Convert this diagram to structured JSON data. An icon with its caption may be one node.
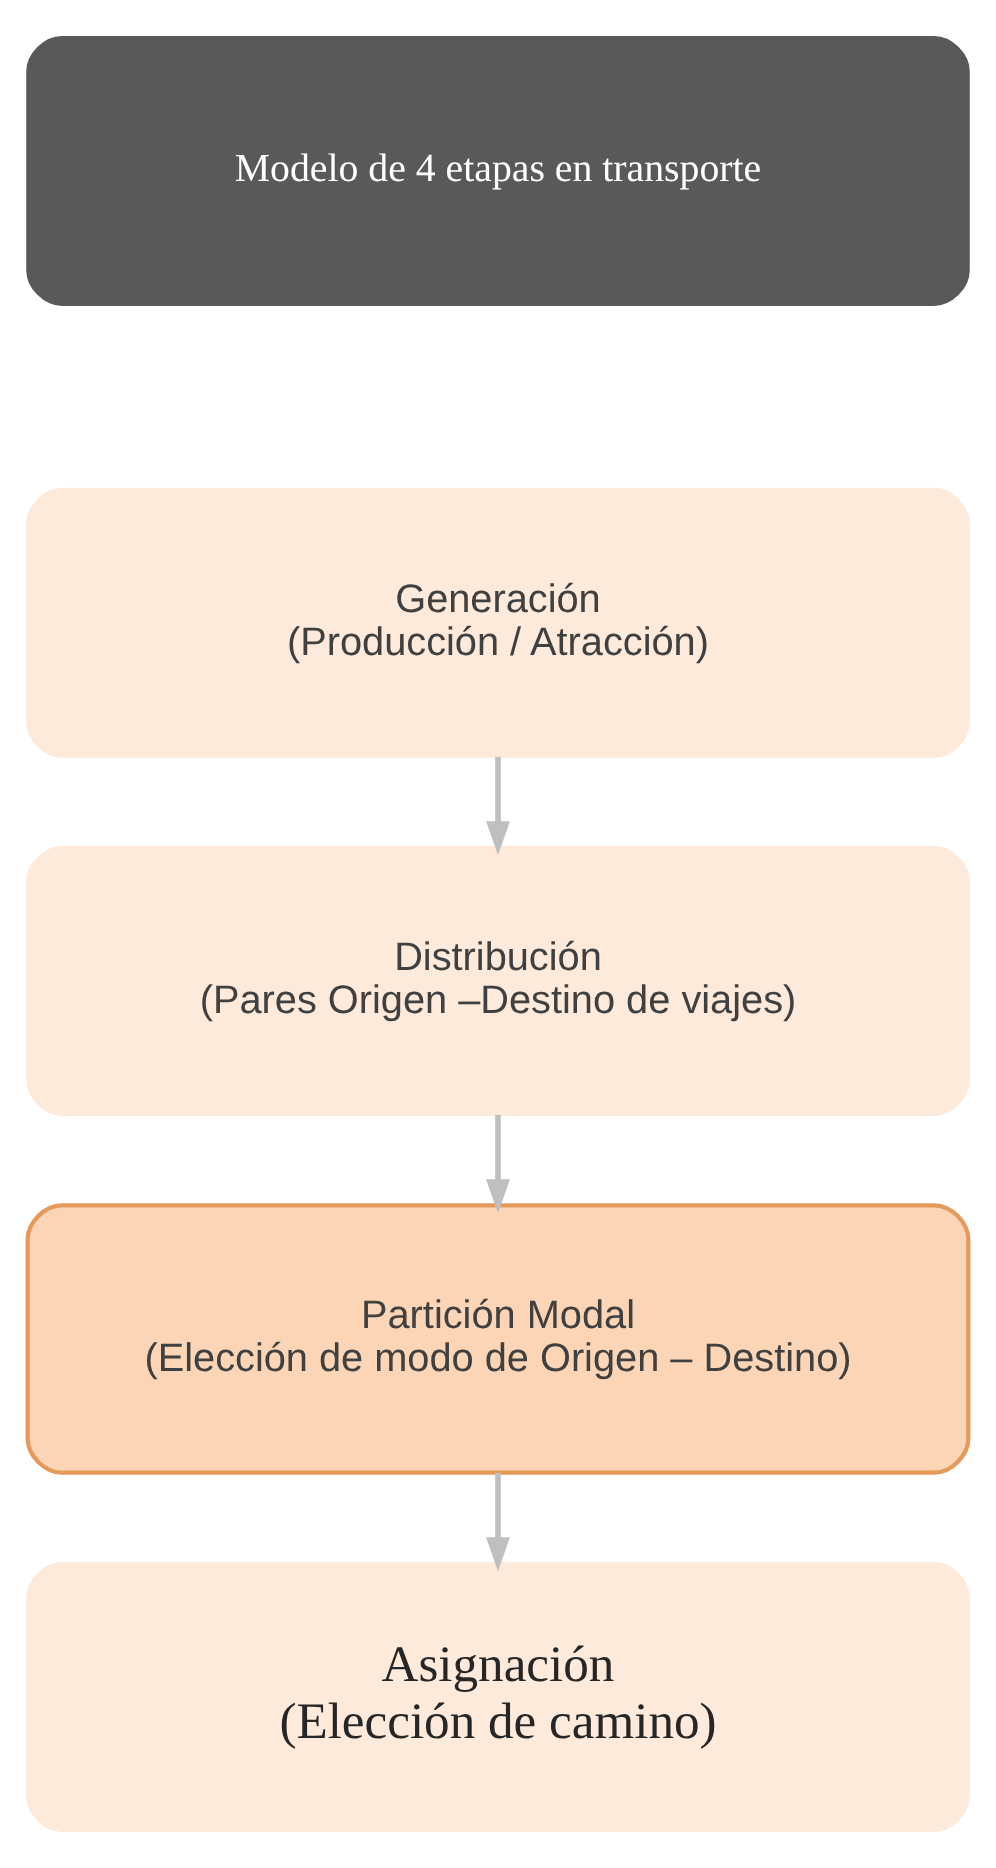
{
  "diagram": {
    "nodes": [
      {
        "text": [
          "Modelo de 4 etapas en transporte"
        ]
      },
      {
        "text": [
          "Generación",
          "(Producción / Atracción)"
        ]
      },
      {
        "text": [
          "Distribución",
          "(Pares Origen –Destino de viajes)"
        ]
      },
      {
        "text": [
          "Partición Modal",
          "(Elección de modo de Origen – Destino)"
        ]
      },
      {
        "text": [
          "Asignación",
          "(Elección de camino)"
        ]
      }
    ],
    "edges": [
      {
        "from": 1,
        "to": 2,
        "arrow": "to"
      },
      {
        "from": 2,
        "to": 3,
        "arrow": "to"
      },
      {
        "from": 3,
        "to": 4,
        "arrow": "to"
      }
    ]
  }
}
